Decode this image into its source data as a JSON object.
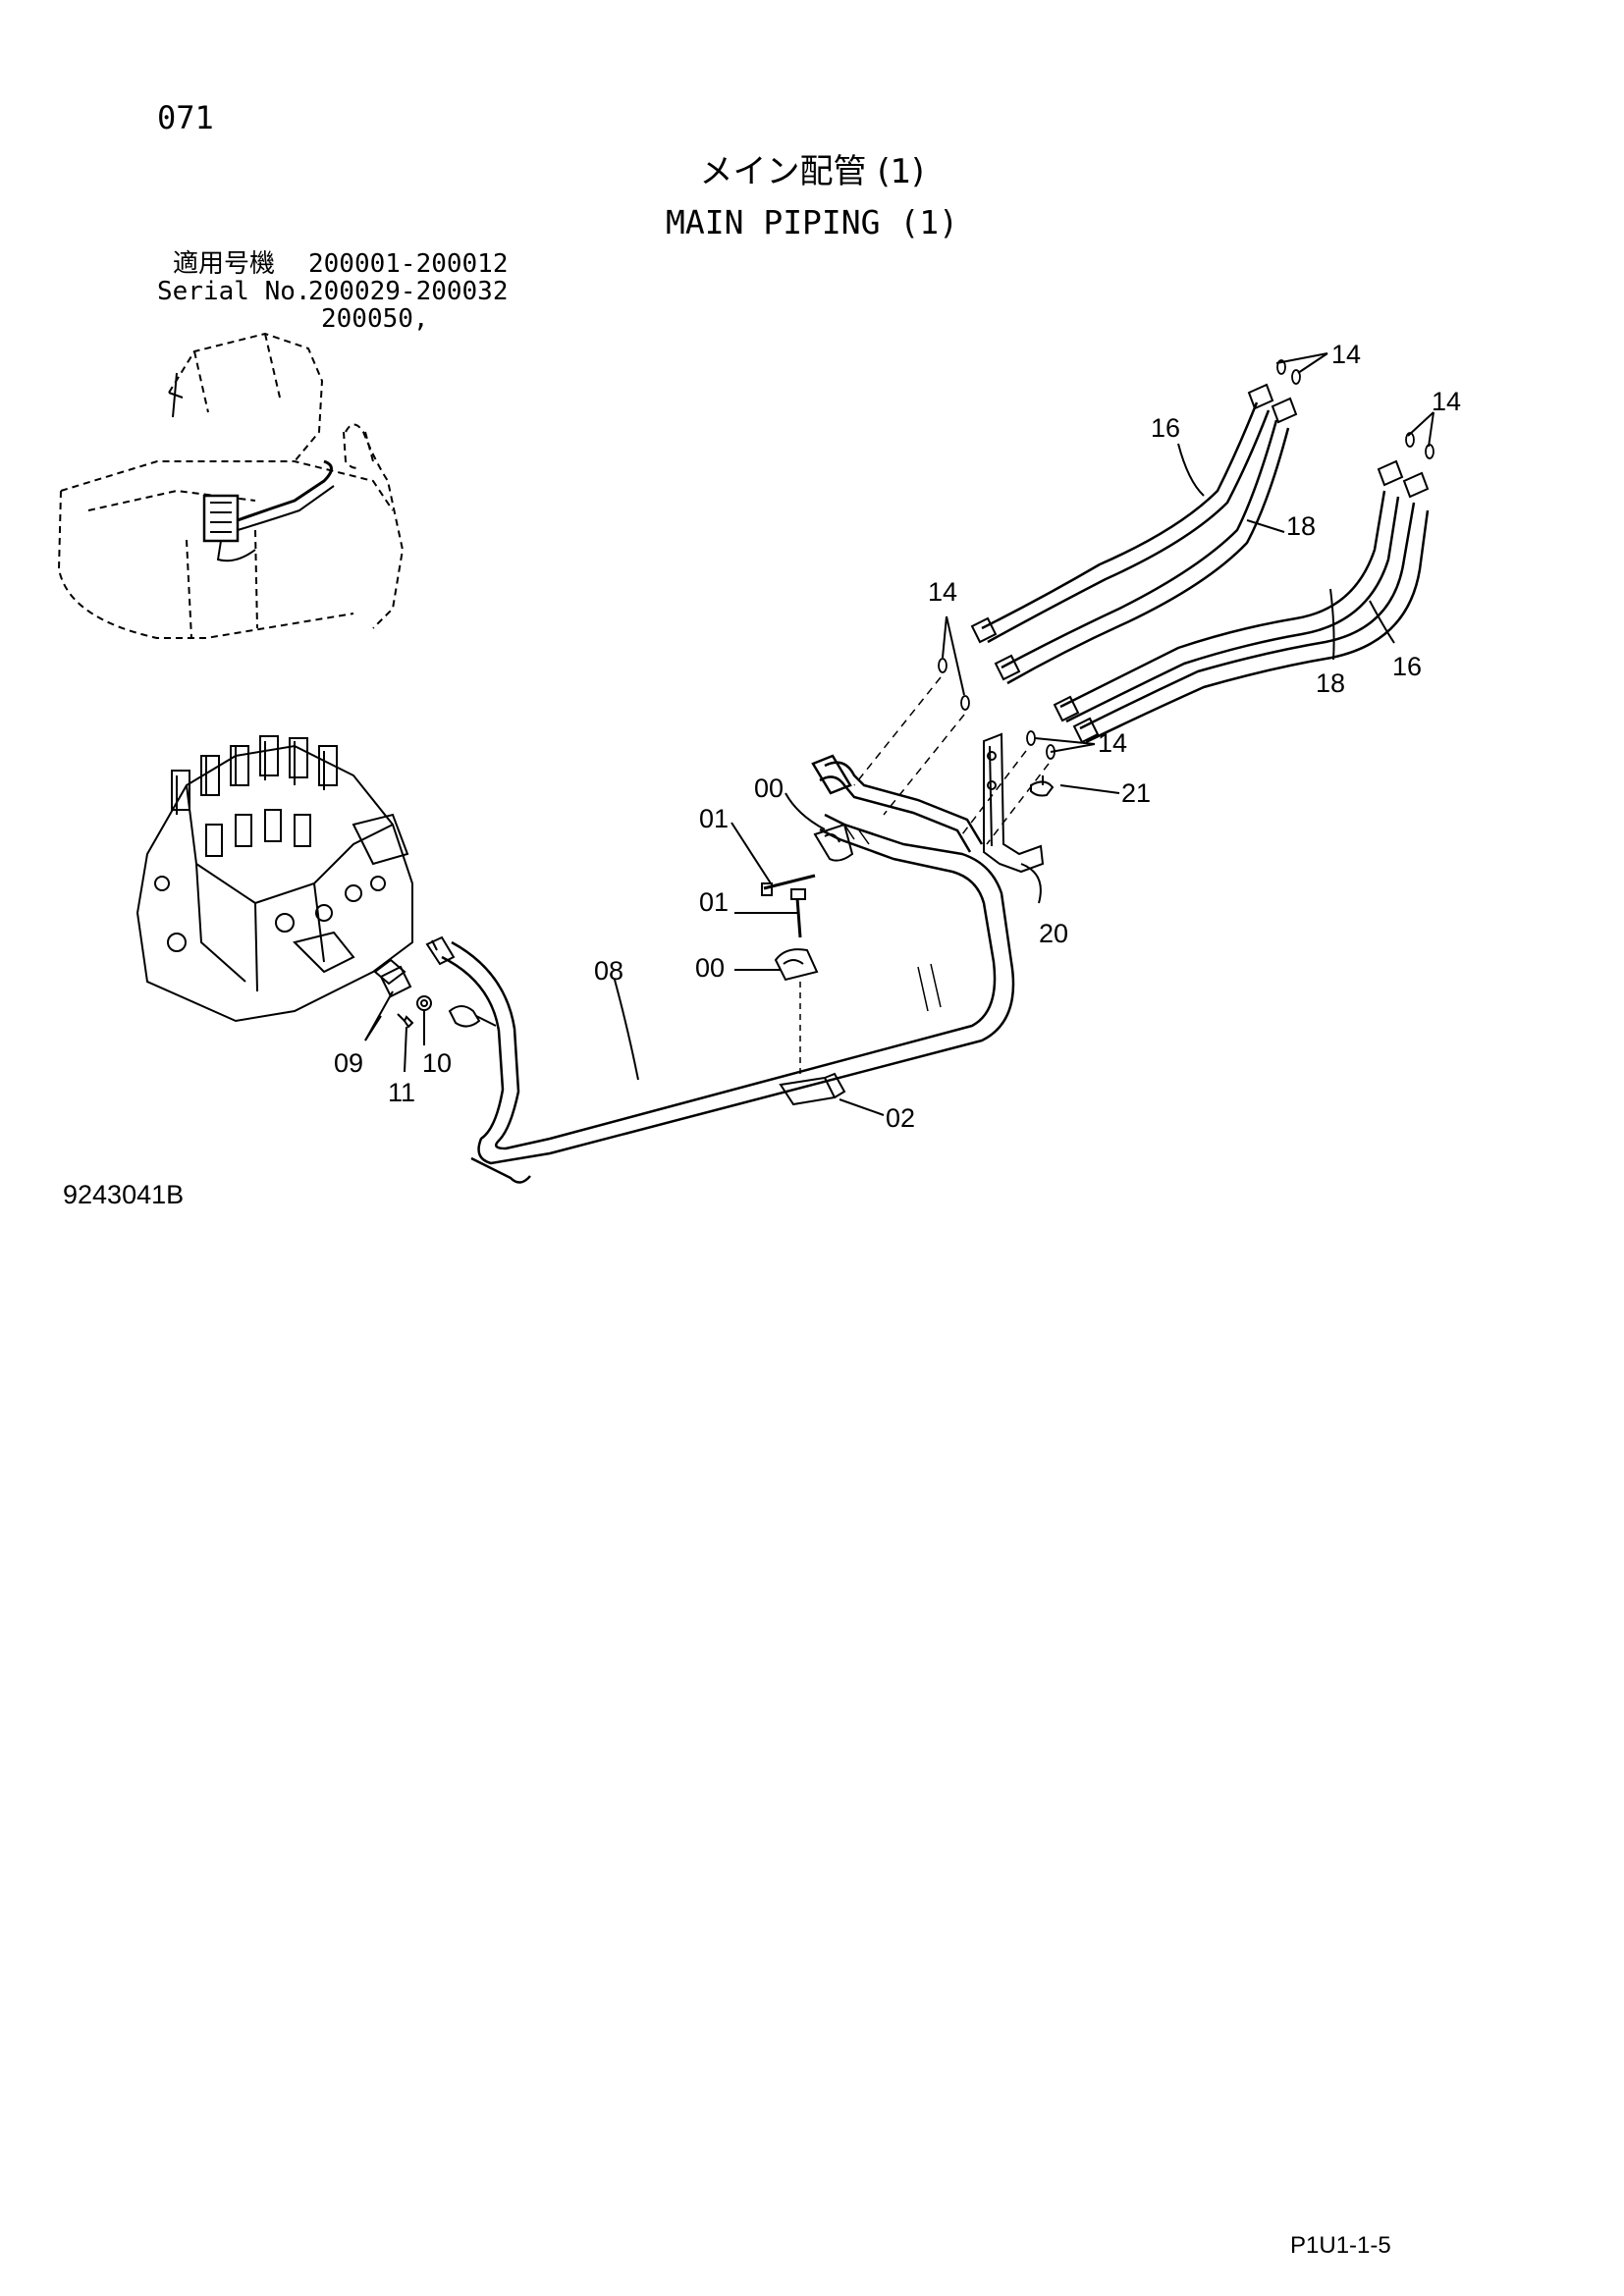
{
  "header": {
    "page_number": "071",
    "title_jp": "メイン配管 (1)",
    "title_en": "MAIN PIPING (1)"
  },
  "serial": {
    "label_jp": "適用号機",
    "label_en": "Serial No.",
    "ranges": [
      "200001-200012",
      "200029-200032",
      "200050,"
    ]
  },
  "callouts": [
    "14",
    "14",
    "16",
    "18",
    "14",
    "18",
    "16",
    "14",
    "21",
    "00",
    "01",
    "01",
    "00",
    "20",
    "08",
    "02",
    "09",
    "10",
    "11"
  ],
  "footer": {
    "figure_number": "9243041B",
    "page_ref": "P1U1-1-5"
  }
}
